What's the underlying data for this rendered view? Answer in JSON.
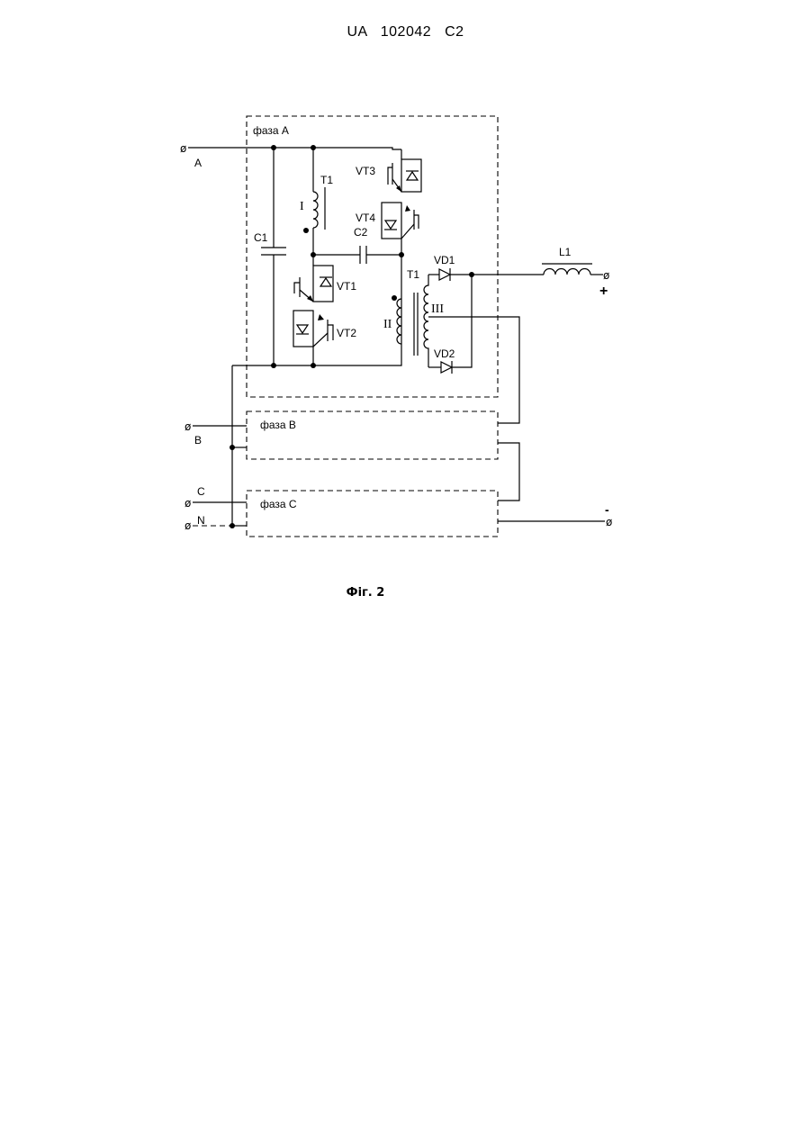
{
  "header": {
    "doc_id": "UA   102042   C2"
  },
  "caption": "Фіг. 2",
  "phases": {
    "a": "фаза А",
    "b": "фаза В",
    "c": "фаза С"
  },
  "inputs": {
    "a": "A",
    "b": "B",
    "c": "C",
    "n": "N"
  },
  "terminal_symbol": "ø",
  "outputs": {
    "plus": "+",
    "minus": "-"
  },
  "components": {
    "c1": "C1",
    "c2": "C2",
    "t1_primary": "T1",
    "t1_secondary": "T1",
    "winding_1": "I",
    "winding_2": "II",
    "winding_3": "III",
    "vt1": "VT1",
    "vt2": "VT2",
    "vt3": "VT3",
    "vt4": "VT4",
    "vd1": "VD1",
    "vd2": "VD2",
    "l1": "L1"
  }
}
